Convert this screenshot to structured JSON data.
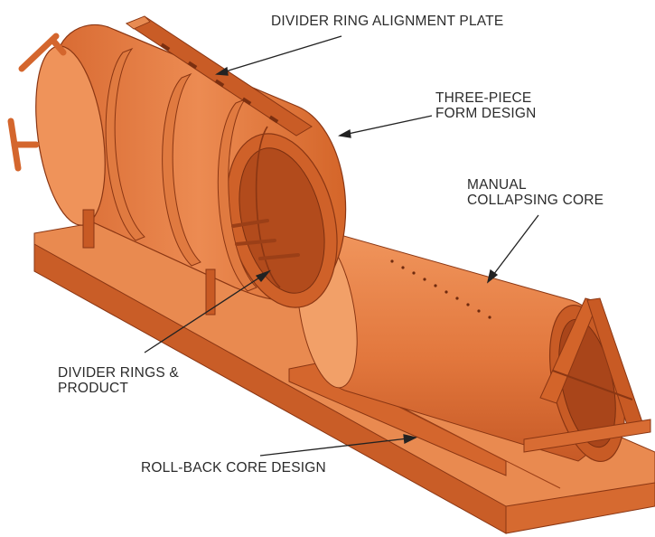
{
  "colors": {
    "machine_base": "#e2793f",
    "machine_light": "#f09a62",
    "machine_mid": "#d8652b",
    "machine_dark": "#b44c1c",
    "machine_edge": "#8a3613",
    "leader_line": "#222222",
    "label_text": "#2b2b2b",
    "background": "#ffffff"
  },
  "labels": {
    "alignment_plate": "DIVIDER RING ALIGNMENT PLATE",
    "three_piece_line1": "THREE-PIECE",
    "three_piece_line2": "FORM DESIGN",
    "collapsing_line1": "MANUAL",
    "collapsing_line2": "COLLAPSING CORE",
    "divider_line1": "DIVIDER RINGS &",
    "divider_line2": "PRODUCT",
    "rollback": "ROLL-BACK CORE DESIGN"
  }
}
